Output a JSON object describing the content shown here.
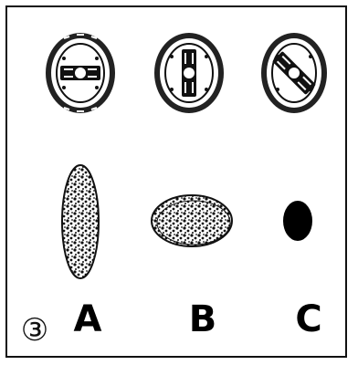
{
  "figure": {
    "number": "③",
    "labels": [
      "A",
      "B",
      "C"
    ]
  },
  "colors": {
    "ink": "#111111",
    "background": "#ffffff"
  },
  "icons": {
    "top_row": [
      "film-reel-horizontal-icon",
      "film-reel-vertical-icon",
      "film-reel-diagonal-icon"
    ],
    "bottom_row": [
      "ellipse-vertical-textured",
      "ellipse-horizontal-textured",
      "ellipse-small-solid"
    ]
  }
}
